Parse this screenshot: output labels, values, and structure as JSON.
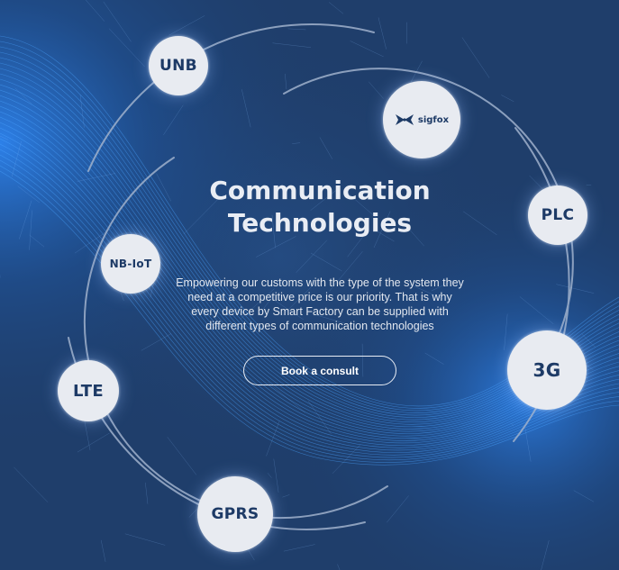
{
  "section": {
    "title_line1": "Communication",
    "title_line2": "Technologies",
    "description_line1": "Empowering our customs with the type of the system they",
    "description_line2": "need at a competitive price is our priority. That is why",
    "description_line3": "every device by Smart Factory can be supplied with",
    "description_line4": "different types of communication technologies",
    "cta_label": "Book a consult"
  },
  "technologies": {
    "unb": "UNB",
    "sigfox": "sigfox",
    "plc": "PLC",
    "nbiot": "NB-IoT",
    "threeg": "3G",
    "lte": "LTE",
    "gprs": "GPRS"
  },
  "colors": {
    "background": "#1f3e6b",
    "node_fill": "#e8ebf1",
    "node_text": "#1d3a66",
    "arc_stroke": "#9fb1cc",
    "glow": "#2f8cff"
  },
  "icons": {
    "sigfox": "sigfox-logo-icon"
  }
}
